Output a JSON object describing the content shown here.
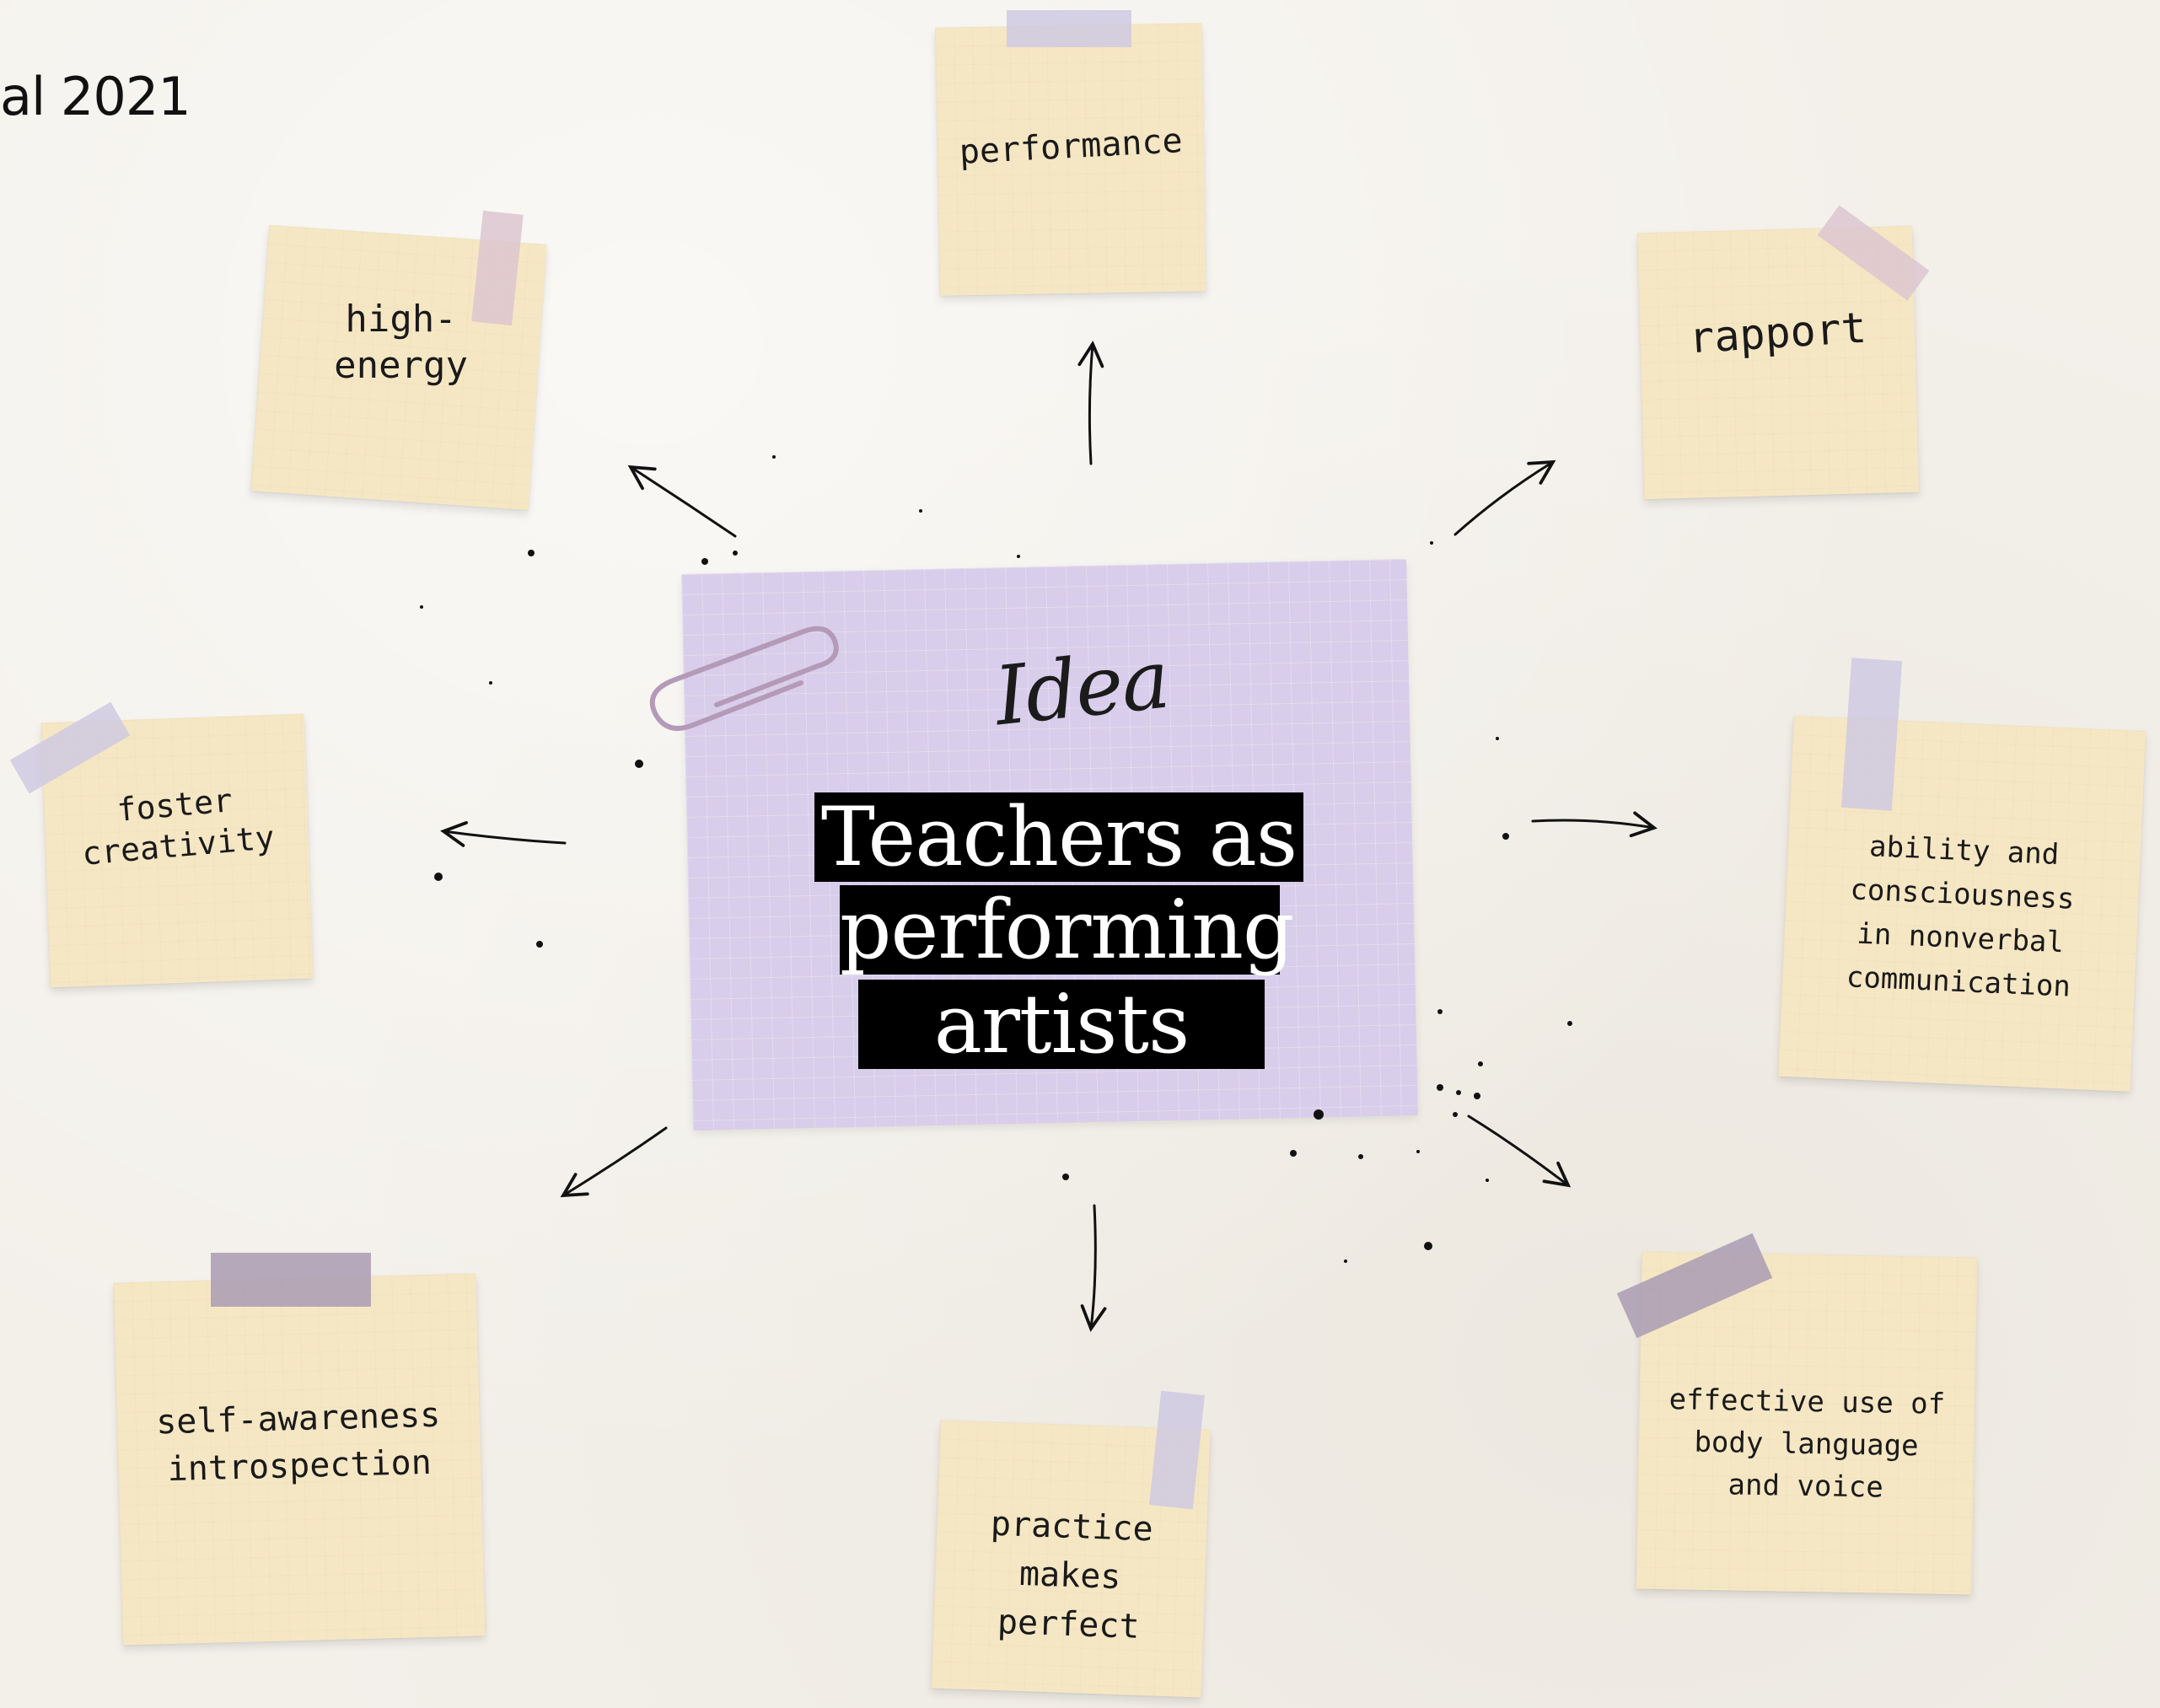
{
  "corner_text": "al 2021",
  "center": {
    "subtitle": "Idea",
    "title_lines": [
      "Teachers as",
      "performing",
      "artists"
    ]
  },
  "nodes": [
    {
      "id": "performance",
      "label": "performance"
    },
    {
      "id": "rapport",
      "label": "rapport"
    },
    {
      "id": "high-energy",
      "label": "high-\nenergy"
    },
    {
      "id": "foster-creativity",
      "label": "foster\ncreativity"
    },
    {
      "id": "nonverbal",
      "label": "ability and\nconsciousness\nin nonverbal\ncommunication"
    },
    {
      "id": "self-awareness",
      "label": "self-awareness\nintrospection"
    },
    {
      "id": "practice",
      "label": "practice\nmakes\nperfect"
    },
    {
      "id": "body-language",
      "label": "effective use of\nbody language\nand voice"
    }
  ],
  "colors": {
    "background": "#f3f0ea",
    "note": "#f6e7c4",
    "center_card": "#d8cdea",
    "tape_lavender": "#cfc9e2",
    "tape_pink": "#dcc6d0",
    "tape_mauve": "#a99bb3",
    "ink": "#111111"
  }
}
